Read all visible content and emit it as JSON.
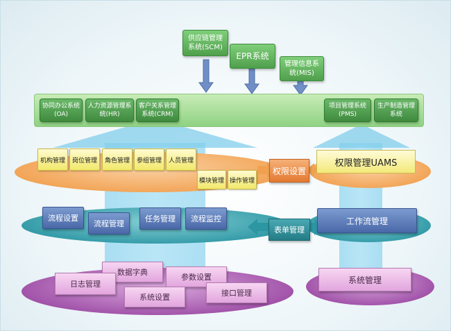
{
  "top_systems": {
    "scm": "供应链管理\n系统(SCM)",
    "epr": "EPR系统",
    "mis": "管理信息系\n统(MIS)"
  },
  "bar_systems": {
    "oa": "协同办公系统\n(OA)",
    "hr": "人力资源管理系\n统(HR)",
    "crm": "客户关系管理\n系统(CRM)",
    "pms": "项目管理系统\n(PMS)",
    "mfg": "生产制造管理\n系统"
  },
  "permission_layer": {
    "items": [
      "机构管理",
      "岗位管理",
      "角色管理",
      "参组管理",
      "人员管理"
    ],
    "module": "模块管理",
    "operation": "操作管理",
    "permission_setting": "权限设置",
    "uams": "权限管理UAMS"
  },
  "workflow_layer": {
    "process_setting": "流程设置",
    "process_management": "流程管理",
    "task_management": "任务管理",
    "process_monitor": "流程监控",
    "form_management": "表单管理",
    "workflow_management": "工作流管理"
  },
  "system_layer": {
    "log_management": "日志管理",
    "data_dictionary": "数据字典",
    "param_setting": "参数设置",
    "system_setting": "系统设置",
    "interface_management": "接口管理",
    "system_management": "系统管理"
  },
  "colors": {
    "green": "#4f9f4c",
    "orange": "#e37a32",
    "teal": "#237c86",
    "purple": "#9c4aa4",
    "blue": "#4a68a8",
    "arrow_blue": "#6f8fc6"
  }
}
